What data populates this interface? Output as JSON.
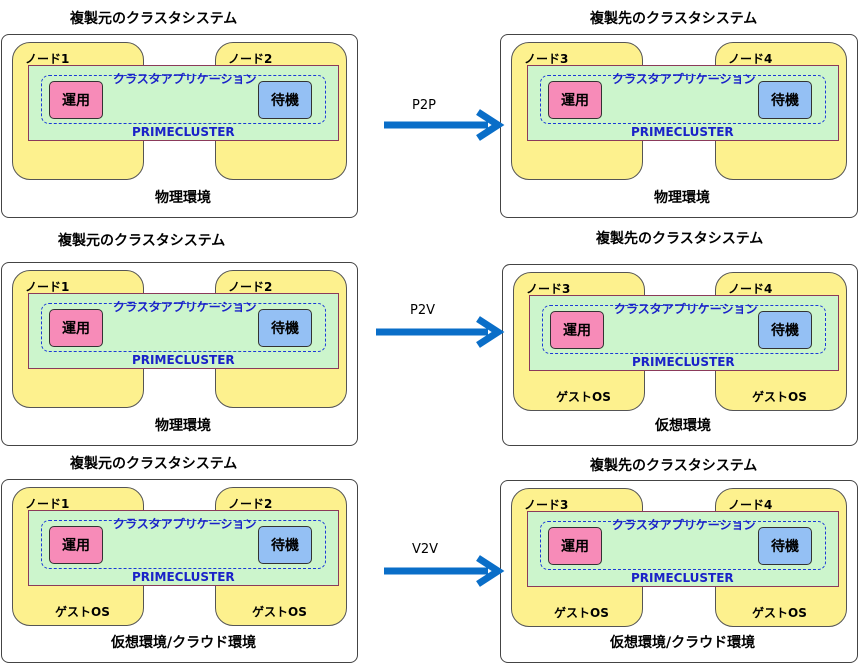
{
  "rows": [
    {
      "source": {
        "title": "複製元のクラスタシステム",
        "node_a": "ノード1",
        "node_b": "ノード2",
        "app_label": "クラスタアプリケーション",
        "operate": "運用",
        "standby": "待機",
        "cluster": "PRIMECLUSTER",
        "guest_a": "",
        "guest_b": "",
        "env": "物理環境"
      },
      "migration": "P2P",
      "target": {
        "title": "複製先のクラスタシステム",
        "node_a": "ノード3",
        "node_b": "ノード4",
        "app_label": "クラスタアプリケーション",
        "operate": "運用",
        "standby": "待機",
        "cluster": "PRIMECLUSTER",
        "guest_a": "",
        "guest_b": "",
        "env": "物理環境"
      }
    },
    {
      "source": {
        "title": "複製元のクラスタシステム",
        "node_a": "ノード1",
        "node_b": "ノード2",
        "app_label": "クラスタアプリケーション",
        "operate": "運用",
        "standby": "待機",
        "cluster": "PRIMECLUSTER",
        "guest_a": "",
        "guest_b": "",
        "env": "物理環境"
      },
      "migration": "P2V",
      "target": {
        "title": "複製先のクラスタシステム",
        "node_a": "ノード3",
        "node_b": "ノード4",
        "app_label": "クラスタアプリケーション",
        "operate": "運用",
        "standby": "待機",
        "cluster": "PRIMECLUSTER",
        "guest_a": "ゲストOS",
        "guest_b": "ゲストOS",
        "env": "仮想環境"
      }
    },
    {
      "source": {
        "title": "複製元のクラスタシステム",
        "node_a": "ノード1",
        "node_b": "ノード2",
        "app_label": "クラスタアプリケーション",
        "operate": "運用",
        "standby": "待機",
        "cluster": "PRIMECLUSTER",
        "guest_a": "ゲストOS",
        "guest_b": "ゲストOS",
        "env": "仮想環境/クラウド環境"
      },
      "migration": "V2V",
      "target": {
        "title": "複製先のクラスタシステム",
        "node_a": "ノード3",
        "node_b": "ノード4",
        "app_label": "クラスタアプリケーション",
        "operate": "運用",
        "standby": "待機",
        "cluster": "PRIMECLUSTER",
        "guest_a": "ゲストOS",
        "guest_b": "ゲストOS",
        "env": "仮想環境/クラウド環境"
      }
    }
  ],
  "colors": {
    "node": "#fdf18e",
    "cluster_bg": "#ccf5cc",
    "operate": "#f78bb8",
    "standby": "#94c0f4",
    "arrow": "#0a6ec8",
    "app_text": "#1a22c8"
  }
}
